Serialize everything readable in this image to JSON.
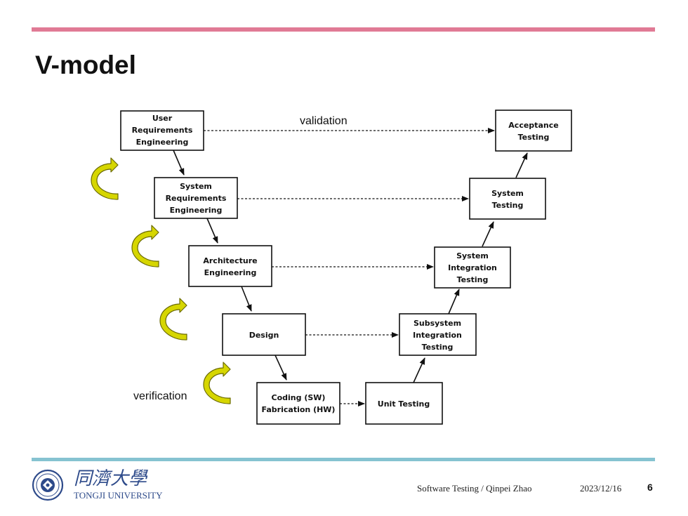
{
  "slide": {
    "title": "V-model",
    "footer": {
      "course_author": "Software Testing / Qinpei Zhao",
      "date": "2023/12/16",
      "page": "6"
    },
    "logo": {
      "chinese_name": "同濟大學",
      "english_name": "TONGJI UNIVERSITY"
    },
    "colors": {
      "top_rule": "#e07a95",
      "bottom_rule": "#86c3d1",
      "loop_arrow_fill": "#d6d600",
      "loop_arrow_stroke": "#6a6a00"
    }
  },
  "diagram": {
    "validation_label": "validation",
    "verification_label": "verification",
    "boxes": {
      "user_req": [
        "User",
        "Requirements",
        "Engineering"
      ],
      "system_req": [
        "System",
        "Requirements",
        "Engineering"
      ],
      "architecture": [
        "Architecture",
        "Engineering"
      ],
      "design": [
        "Design"
      ],
      "coding": [
        "Coding (SW)",
        "Fabrication (HW)"
      ],
      "unit_testing": [
        "Unit Testing"
      ],
      "subsystem_integration": [
        "Subsystem",
        "Integration",
        "Testing"
      ],
      "system_integration": [
        "System",
        "Integration",
        "Testing"
      ],
      "system_testing": [
        "System",
        "Testing"
      ],
      "acceptance": [
        "Acceptance",
        "Testing"
      ]
    },
    "verification_loops": 4
  }
}
